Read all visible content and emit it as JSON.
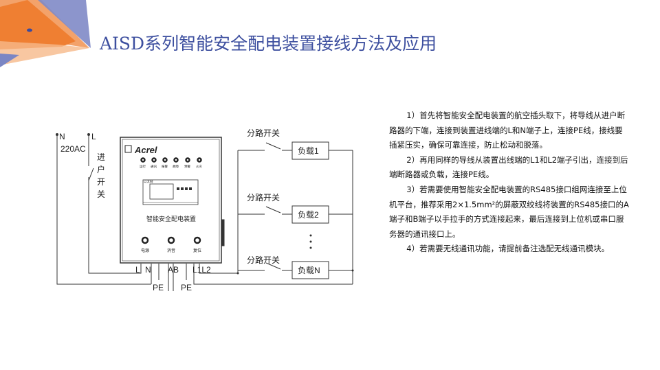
{
  "title": "AISD系列智能安全配电装置接线方法及应用",
  "colors": {
    "title": "#3d4f9f",
    "deco_orange": "#f0883a",
    "deco_blue": "#7b86c4"
  },
  "diagram": {
    "supply": {
      "n": "N",
      "l": "L",
      "voltage": "220AC",
      "main_switch": [
        "进",
        "户",
        "开",
        "关"
      ]
    },
    "device": {
      "brand": "Acrel",
      "indicators": [
        "运行",
        "通讯",
        "报警",
        "故障",
        "预警",
        "火灾"
      ],
      "screen_label": "以太网",
      "name": "智能安全配电装置",
      "buttons": [
        "电源",
        "消音",
        "复位"
      ]
    },
    "terminals": {
      "l": "L",
      "n": "N",
      "ab": "AB",
      "l1l2": "L1L2",
      "pe1": "PE",
      "pe2": "PE"
    },
    "branches": [
      {
        "switch": "分路开关",
        "load": "负载1"
      },
      {
        "switch": "分路开关",
        "load": "负载2"
      },
      {
        "switch": "分路开关",
        "load": "负载N"
      }
    ]
  },
  "instructions": [
    "1）首先将智能安全配电装置的航空插头取下，将导线从进户断路器的下端，连接到装置进线端的L和N端子上，连接PE线，接线要插紧压实，确保可靠连接，防止松动和脱落。",
    "2）再用同样的导线从装置出线端的L1和L2端子引出，连接到后端断路器或负载，连接PE线。",
    "3）若需要使用智能安全配电装置的RS485接口组网连接至上位机平台，推荐采用2×1.5mm²的屏蔽双绞线将装置的RS485接口的A端子和B端子以手拉手的方式连接起来，最后连接到上位机或串口服务器的通讯接口上。",
    "4）若需要无线通讯功能，请提前备注选配无线通讯模块。"
  ]
}
